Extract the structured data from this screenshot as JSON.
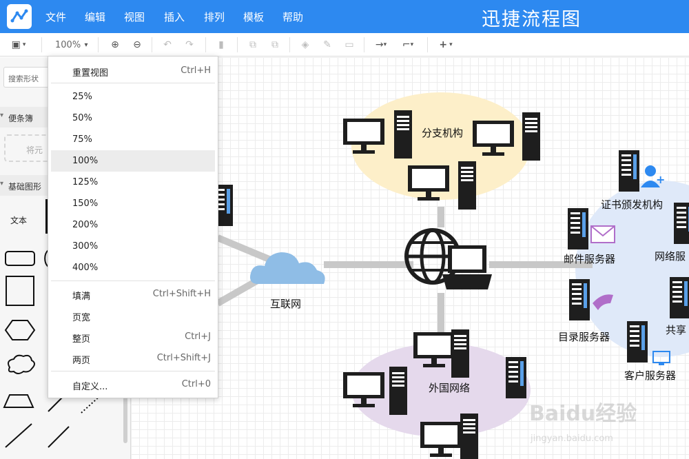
{
  "menubar": {
    "items": [
      "文件",
      "编辑",
      "视图",
      "插入",
      "排列",
      "模板",
      "帮助"
    ],
    "app_title": "迅捷流程图",
    "accent": "#2d89f0"
  },
  "toolbar": {
    "zoom": "100%",
    "icons": [
      "format-panel-icon",
      "zoom-in-icon",
      "zoom-out-icon",
      "undo-icon",
      "redo-icon",
      "delete-icon",
      "to-front-icon",
      "to-back-icon",
      "fill-color-icon",
      "line-color-icon",
      "shadow-icon",
      "connection-icon",
      "waypoint-icon",
      "insert-icon"
    ]
  },
  "sidebar": {
    "search_placeholder": "搜索形状",
    "section_scratchpad": "便条簿",
    "scratchpad_drop": "将元",
    "section_basic": "基础图形",
    "text_shape": "文本"
  },
  "zoom_menu": {
    "reset_label": "重置视图",
    "reset_shortcut": "Ctrl+H",
    "levels": [
      "25%",
      "50%",
      "75%",
      "100%",
      "125%",
      "150%",
      "200%",
      "300%",
      "400%"
    ],
    "selected": "100%",
    "fill_label": "填满",
    "fill_shortcut": "Ctrl+Shift+H",
    "page_width_label": "页宽",
    "whole_page_label": "整页",
    "whole_page_shortcut": "Ctrl+J",
    "two_pages_label": "两页",
    "two_pages_shortcut": "Ctrl+Shift+J",
    "custom_label": "自定义...",
    "custom_shortcut": "Ctrl+0"
  },
  "diagram": {
    "branch": "分支机构",
    "internet": "互联网",
    "foreign_network": "外国网络",
    "ca": "证书颁发机构",
    "mail_server": "邮件服务器",
    "network_server": "网络服",
    "directory_server": "目录服务器",
    "share": "共享",
    "client_server": "客户服务器",
    "colors": {
      "branch": "#fdefc9",
      "foreign": "#e5d9ec",
      "right": "#dfe9f9",
      "cloud": "#8fbde6",
      "link": "#c8c8c8"
    }
  },
  "watermark": {
    "brand": "Baidu经验",
    "url": "jingyan.baidu.com"
  }
}
